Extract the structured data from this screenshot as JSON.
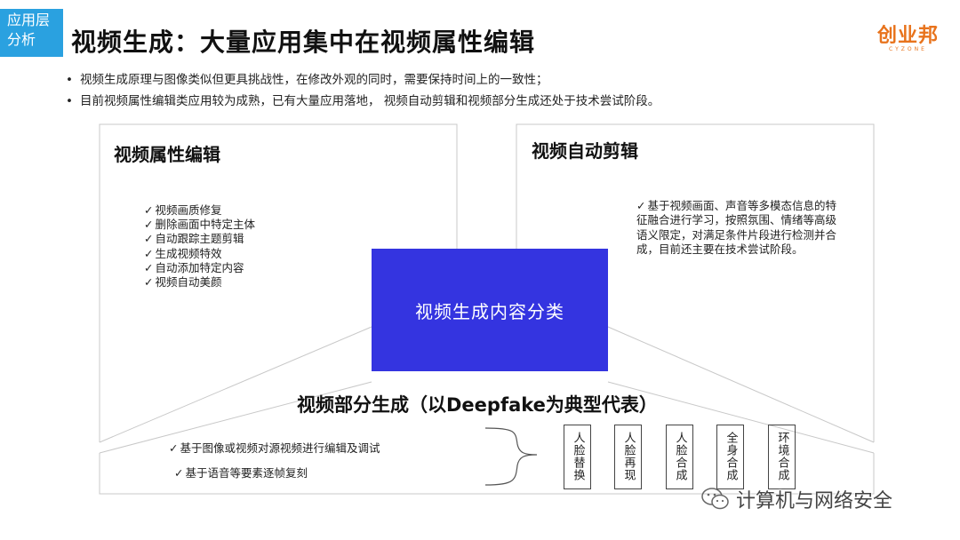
{
  "tag": {
    "line1": "应用层",
    "line2": "分析"
  },
  "title": "视频生成：大量应用集中在视频属性编辑",
  "logo": {
    "main": "创业邦",
    "sub": "CYZONE"
  },
  "bullets": [
    "视频生成原理与图像类似但更具挑战性，在修改外观的同时，需要保持时间上的一致性；",
    "目前视频属性编辑类应用较为成熟，已有大量应用落地， 视频自动剪辑和视频部分生成还处于技术尝试阶段。"
  ],
  "left_box": {
    "title": "视频属性编辑",
    "items": [
      "视频画质修复",
      "删除画面中特定主体",
      "自动跟踪主题剪辑",
      "生成视频特效",
      "自动添加特定内容",
      "视频自动美颜"
    ]
  },
  "right_box": {
    "title": "视频自动剪辑",
    "text": "基于视频画面、声音等多模态信息的特征融合进行学习，按照氛围、情绪等高级语义限定，对满足条件片段进行检测并合成，目前还主要在技术尝试阶段。"
  },
  "center": {
    "label": "视频生成内容分类"
  },
  "bottom": {
    "title": "视频部分生成（以Deepfake为典型代表）",
    "items": [
      "基于图像或视频对源视频进行编辑及调试",
      "基于语音等要素逐帧复刻"
    ],
    "types": [
      "人脸替换",
      "人脸再现",
      "人脸合成",
      "全身合成",
      "环境合成"
    ]
  },
  "watermark": "计算机与网络安全"
}
